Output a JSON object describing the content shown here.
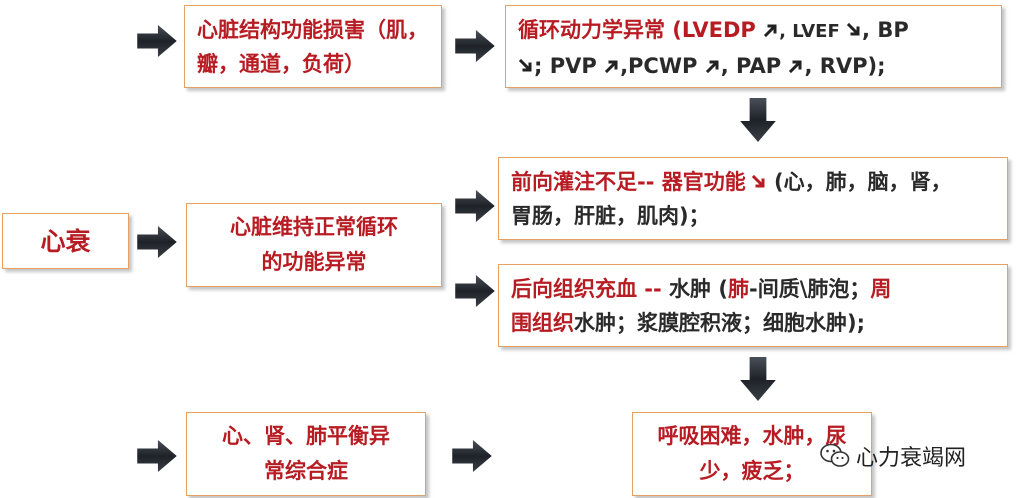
{
  "left": {
    "heart_failure": "心衰"
  },
  "row1": {
    "mid": "心脏结构功能损害（肌，瓣，通道，负荷）",
    "right_line1_a": "循环动力学异常 (LVEDP ",
    "right_line1_b": ", LVEF ",
    "right_line1_c": ", BP",
    "right_line2_a": "; PVP ",
    "right_line2_b": ",PCWP ",
    "right_line2_c": ", PAP ",
    "right_line2_d": ", RVP);"
  },
  "row2": {
    "mid_line1": "心脏维持正常循环",
    "mid_line2": "的功能异常",
    "forward_red": "前向灌注不足-- 器官功能",
    "forward_rest1": " (心，肺，脑，肾，",
    "forward_line2": "胃肠，肝脏，肌肉)；",
    "back_red": "后向组织充血 --",
    "back_rest1": " 水肿 (",
    "back_red2": "肺",
    "back_rest2": "-间质\\肺泡；",
    "back_red3": "周",
    "back_line2_red": "围组织",
    "back_line2_rest": "水肿；浆膜腔积液；细胞水肿);"
  },
  "row3": {
    "mid_line1": "心、肾、肺平衡异",
    "mid_line2": "常综合症",
    "right_line1": "呼吸困难，水肿，尿",
    "right_line2": "少，疲乏；"
  },
  "watermark": {
    "text": "心力衰竭网",
    "icon": "wechat-icon"
  },
  "colors": {
    "accent_red": "#b81c23",
    "border_orange": "#e8a060",
    "arrow_dark": "#2b2f36"
  }
}
